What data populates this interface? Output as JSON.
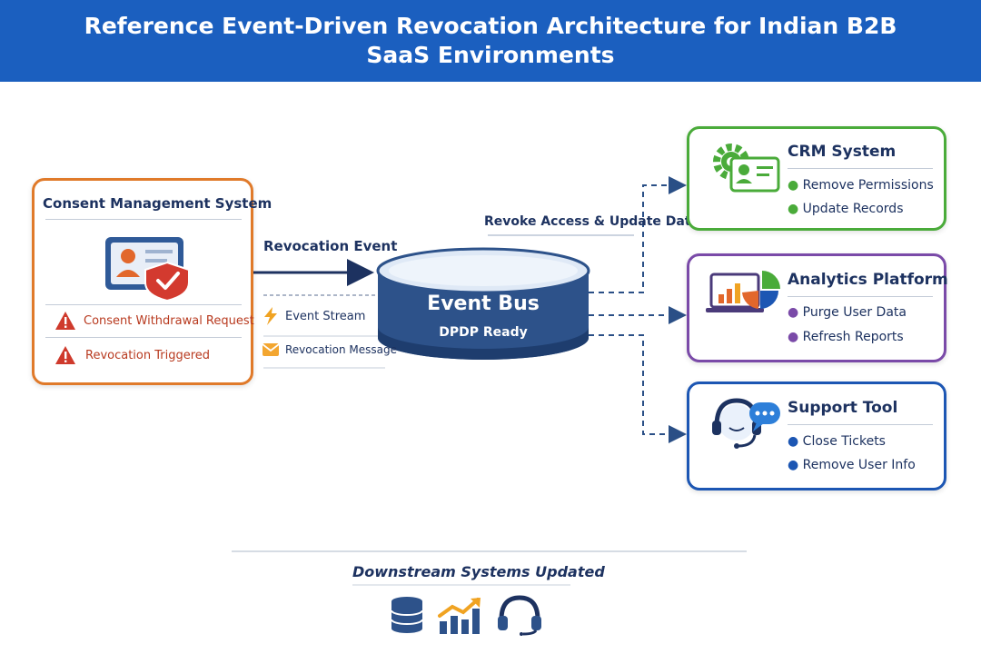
{
  "title": "Reference Event-Driven Revocation Architecture for Indian B2B SaaS Environments",
  "consent_system": {
    "title": "Consent Management System",
    "items": [
      "Consent Withdrawal Request",
      "Revocation Triggered"
    ]
  },
  "flow": {
    "revocation_event": "Revocation Event",
    "event_stream": "Event Stream",
    "revocation_message": "Revocation Message",
    "revoke_label": "Revoke Access & Update Data"
  },
  "event_bus": {
    "title": "Event Bus",
    "subtitle": "DPDP Ready"
  },
  "targets": [
    {
      "title": "CRM System",
      "items": [
        "Remove Permissions",
        "Update Records"
      ]
    },
    {
      "title": "Analytics Platform",
      "items": [
        "Purge User Data",
        "Refresh Reports"
      ]
    },
    {
      "title": "Support Tool",
      "items": [
        "Close Tickets",
        "Remove User Info"
      ]
    }
  ],
  "footer": {
    "label": "Downstream Systems Updated"
  },
  "colors": {
    "title_bg": "#1b5fbf",
    "consent_border": "#e07a2a",
    "crm_border": "#4aab3a",
    "analytics_border": "#7a4aa8",
    "support_border": "#1c56b3",
    "event_bus": "#2a4f86",
    "alert_red": "#c8372d",
    "navy_text": "#1d3260"
  },
  "icons": {
    "consent": "profile-card-shield-icon",
    "warning": "warning-triangle-icon",
    "stream": "lightning-bolt-icon",
    "message": "envelope-icon",
    "crm": "gear-id-card-icon",
    "analytics": "laptop-chart-icon",
    "support": "headset-chat-icon",
    "footer_db": "database-icon",
    "footer_chart": "growth-chart-icon",
    "footer_support": "headphones-icon"
  }
}
